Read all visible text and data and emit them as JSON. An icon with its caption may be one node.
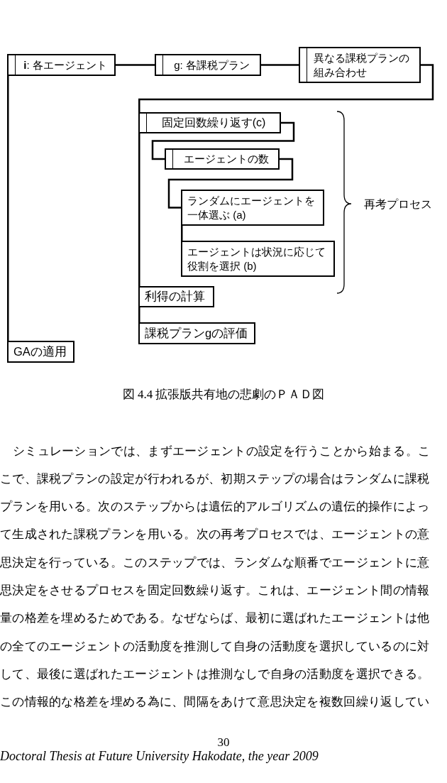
{
  "diagram": {
    "caption": "図 4.4 拡張版共有地の悲劇のＰＡＤ図",
    "nodes": [
      {
        "text": [
          "**i**: 各エージェント"
        ]
      },
      {
        "text": [
          "g: 各課税プラン"
        ]
      },
      {
        "text": [
          "異なる課税プランの組み合わせ"
        ]
      },
      {
        "text": [
          "固定回数繰り返す(c)"
        ]
      },
      {
        "text": [
          "エージェントの数"
        ]
      },
      {
        "text": [
          "ランダムにエージェントを一体選ぶ (a)"
        ]
      },
      {
        "text": [
          "エージェントは状況に応じて役割を選択 (b)"
        ]
      },
      {
        "text": [
          "利得の計算"
        ]
      },
      {
        "text": [
          "課税プランgの評価"
        ]
      },
      {
        "text": [
          "GAの適用"
        ]
      }
    ],
    "edges": [
      {
        "from": 0,
        "to": 1,
        "arrow": "none"
      },
      {
        "from": 1,
        "to": 2,
        "arrow": "none"
      },
      {
        "from": 2,
        "to": 3,
        "arrow": "none"
      },
      {
        "from": 3,
        "to": 4,
        "arrow": "none"
      },
      {
        "from": 4,
        "to": 5,
        "arrow": "none"
      },
      {
        "from": 5,
        "to": 6,
        "arrow": "none"
      },
      {
        "from": 3,
        "to": 7,
        "arrow": "none"
      },
      {
        "from": 7,
        "to": 8,
        "arrow": "none"
      },
      {
        "from": 0,
        "to": 9,
        "arrow": "none"
      }
    ],
    "labels": [
      "再考プロセス",
      "シミュレーションでは、まずエージェントの設定を行うことから始まる。こ",
      "こで、課税プランの設定が行われるが、初期ステップの場合はランダムに課税",
      "プランを用いる。次のステップからは遺伝的アルゴリズムの遺伝的操作によっ",
      "て生成された課税プランを用いる。次の再考プロセスでは、エージェントの意",
      "思決定を行っている。このステップでは、ランダムな順番でエージェントに意",
      "思決定をさせるプロセスを固定回数繰り返す。これは、エージェント間の情報",
      "量の格差を埋めるためである。なぜならば、最初に選ばれたエージェントは他",
      "の全てのエージェントの活動度を推測して自身の活動度を選択しているのに対",
      "して、最後に選ばれたエージェントは推測なしで自身の活動度を選択できる。",
      "この情報的な格差を埋める為に、間隔をあけて意思決定を複数回繰り返してい",
      "30",
      "Doctoral Thesis at Future University Hakodate, the year 2009"
    ]
  }
}
